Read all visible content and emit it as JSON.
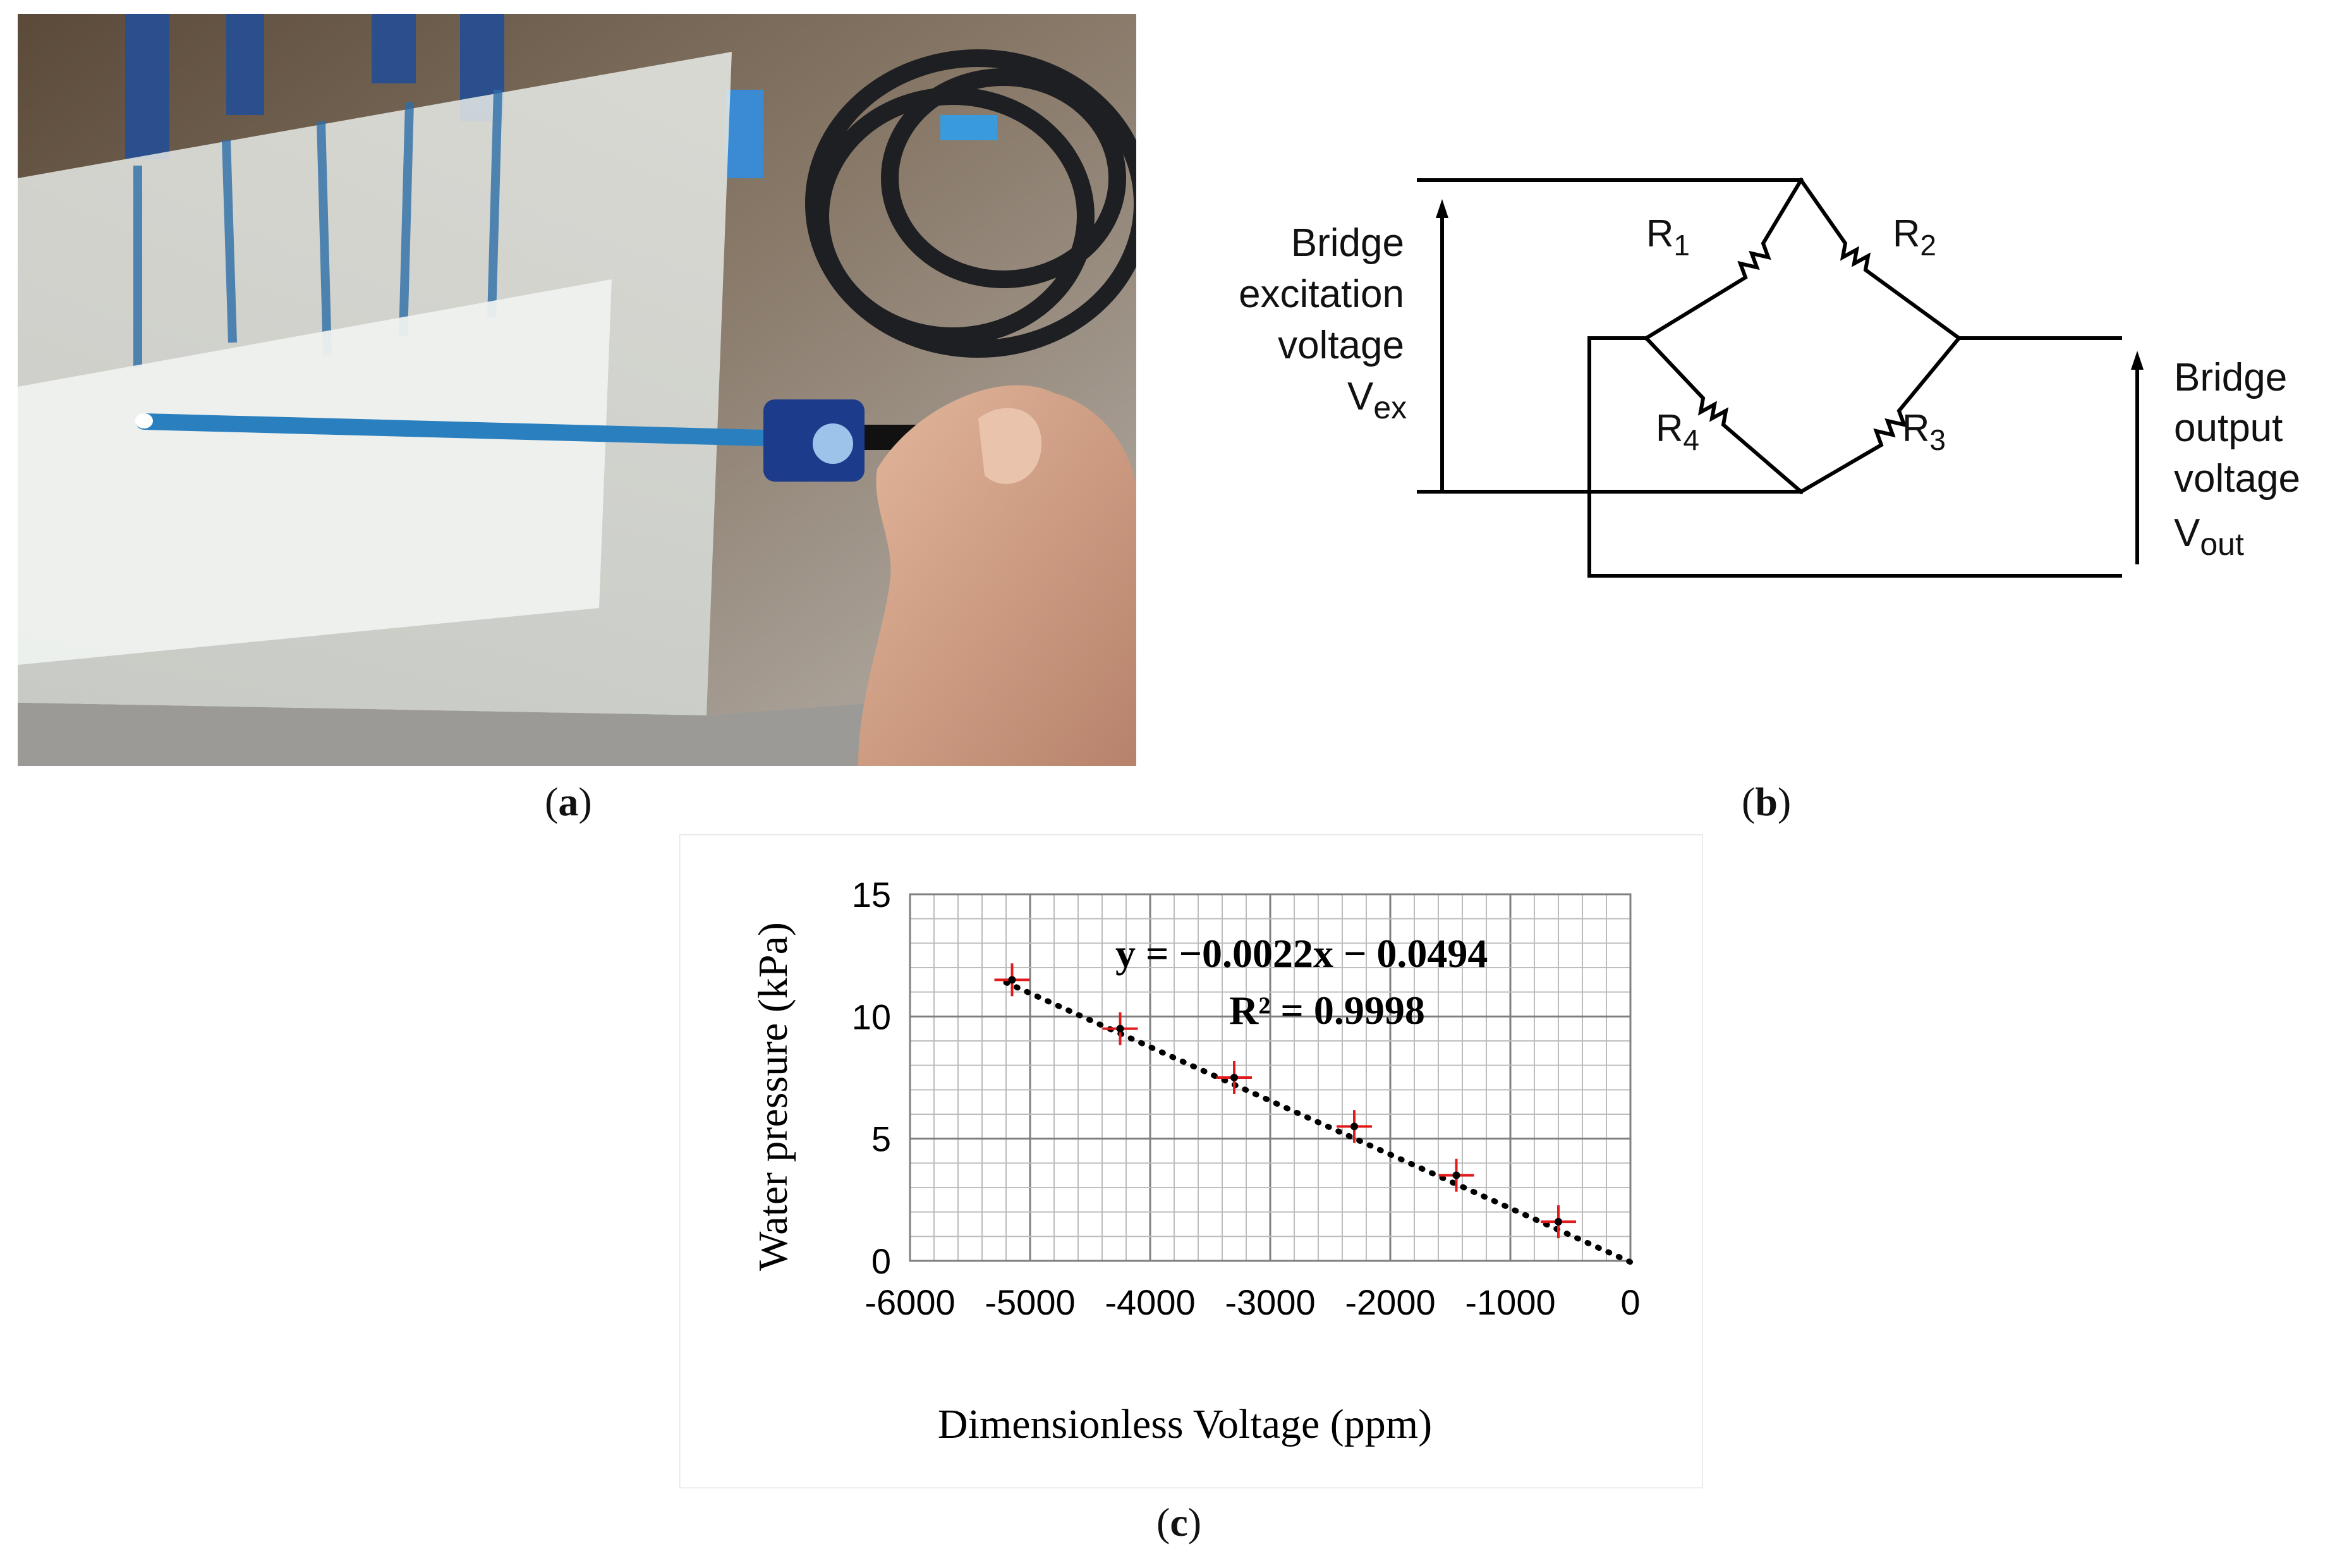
{
  "figure": {
    "panels": [
      {
        "label": "a",
        "caption_prefix": "(",
        "caption_suffix": ")"
      },
      {
        "label": "b",
        "caption_prefix": "(",
        "caption_suffix": ")"
      },
      {
        "label": "c",
        "caption_prefix": "(",
        "caption_suffix": ")"
      }
    ]
  },
  "diagram": {
    "excitation_label": [
      "Bridge",
      "excitation",
      "voltage"
    ],
    "excitation_symbol": "V",
    "excitation_sub": "ex",
    "output_label": [
      "Bridge",
      "output",
      "voltage"
    ],
    "output_symbol": "V",
    "output_sub": "out",
    "resistors": [
      {
        "name": "R",
        "sub": "1"
      },
      {
        "name": "R",
        "sub": "2"
      },
      {
        "name": "R",
        "sub": "3"
      },
      {
        "name": "R",
        "sub": "4"
      }
    ]
  },
  "chart_data": {
    "type": "scatter",
    "title": "",
    "xlabel": "Dimensionless Voltage (ppm)",
    "ylabel": "Water pressure (kPa)",
    "xlim": [
      -6000,
      0
    ],
    "ylim": [
      0,
      15
    ],
    "x_ticks": [
      "-6000",
      "-5000",
      "-4000",
      "-3000",
      "-2000",
      "-1000",
      "0"
    ],
    "y_ticks": [
      "0",
      "5",
      "10",
      "15"
    ],
    "grid": true,
    "equation": "y = −0.0022x − 0.0494",
    "r_squared": "R² = 0.9998",
    "points": [
      {
        "x": -5150,
        "y": 11.5
      },
      {
        "x": -4250,
        "y": 9.5
      },
      {
        "x": -3300,
        "y": 7.5
      },
      {
        "x": -2300,
        "y": 5.5
      },
      {
        "x": -1450,
        "y": 3.5
      },
      {
        "x": -600,
        "y": 1.6
      }
    ],
    "trendline": {
      "slope": -0.0022,
      "intercept": -0.0494
    },
    "colors": {
      "marker": "#e31a1c",
      "trend": "#000000",
      "grid": "#bdbdbd"
    }
  }
}
